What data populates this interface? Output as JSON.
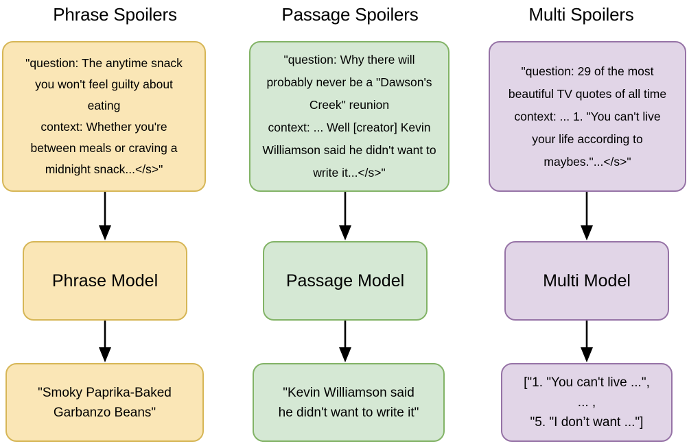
{
  "diagram": {
    "type": "flow",
    "columns": [
      {
        "key": "phrase",
        "title": "Phrase Spoilers",
        "color_fill": "#fae6b6",
        "color_border": "#d6b656",
        "input": "\"question: The anytime snack\nyou won't feel guilty about\neating\ncontext: Whether you're\nbetween meals or craving a\nmidnight snack...</s>\"",
        "model": "Phrase Model",
        "output": "\"Smoky Paprika-Baked\nGarbanzo Beans\""
      },
      {
        "key": "passage",
        "title": "Passage Spoilers",
        "color_fill": "#d5e8d4",
        "color_border": "#82b366",
        "input": "\"question: Why there will\nprobably never be a \"Dawson's\nCreek\" reunion\ncontext: ... Well [creator] Kevin\nWilliamson said he didn't want to\nwrite it...</s>\"",
        "model": "Passage Model",
        "output": "\"Kevin Williamson said\nhe didn't want to write it\""
      },
      {
        "key": "multi",
        "title": "Multi Spoilers",
        "color_fill": "#e1d5e7",
        "color_border": "#9673a6",
        "input": "\"question: 29 of the most\nbeautiful TV quotes of all time\ncontext: ... 1. \"You can't live\nyour life according to\nmaybes.\"...</s>\"",
        "model": "Multi Model",
        "output": "[\"1. \"You can't live ...\",\n... ,\n\"5. \"I don’t want ...\"]"
      }
    ],
    "arrow_color": "#000000"
  }
}
